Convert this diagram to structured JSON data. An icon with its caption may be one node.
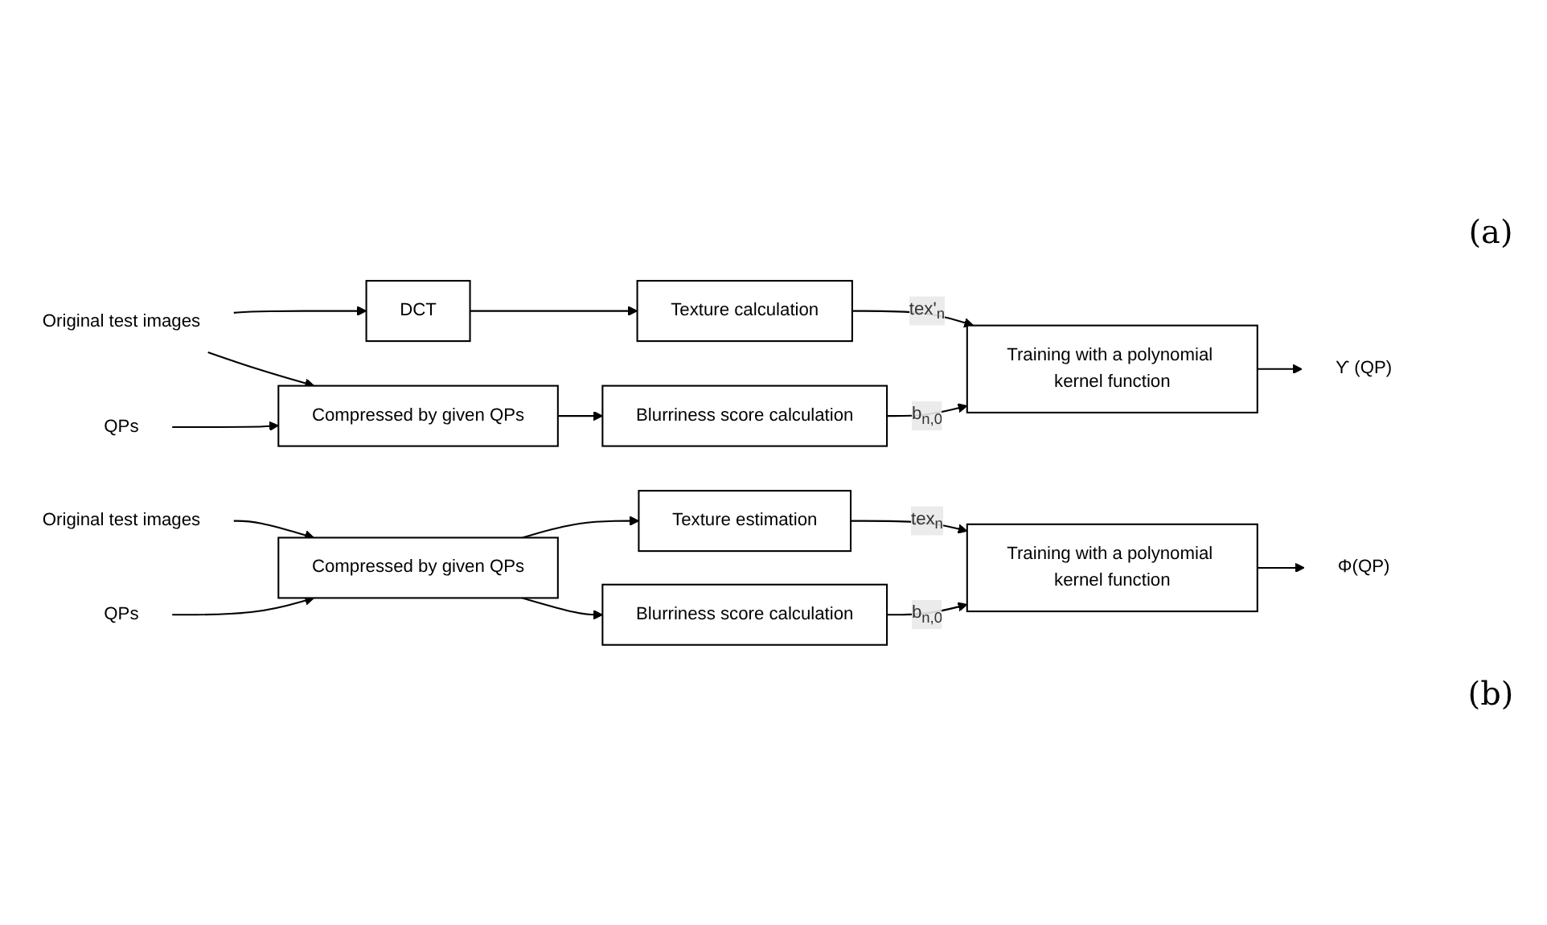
{
  "diagram": {
    "nodes": [
      {
        "text": [
          "Original test images"
        ]
      },
      {
        "text": [
          "QPs"
        ]
      },
      {
        "text": [
          "DCT"
        ]
      },
      {
        "text": [
          "Texture calculation"
        ]
      },
      {
        "text": [
          "Compressed by given QPs"
        ]
      },
      {
        "text": [
          "Blurriness score calculation"
        ]
      },
      {
        "text": [
          "Training with a polynomial kernel function"
        ]
      },
      {
        "text": [
          "ϒ (QP)"
        ]
      },
      {
        "text": [
          "Original test images"
        ]
      },
      {
        "text": [
          "QPs"
        ]
      },
      {
        "text": [
          "Compressed by given QPs"
        ]
      },
      {
        "text": [
          "Texture estimation"
        ]
      },
      {
        "text": [
          "Blurriness score calculation"
        ]
      },
      {
        "text": [
          "Training with a polynomial kernel function"
        ]
      },
      {
        "text": [
          "Φ(QP)"
        ]
      }
    ],
    "edges": [
      {
        "from": 0,
        "to": 2,
        "arrow": "to"
      },
      {
        "from": 0,
        "to": 4,
        "arrow": "to"
      },
      {
        "from": 1,
        "to": 4,
        "arrow": "to"
      },
      {
        "from": 2,
        "to": 3,
        "arrow": "to"
      },
      {
        "from": 4,
        "to": 5,
        "arrow": "to"
      },
      {
        "from": 3,
        "to": 6,
        "arrow": "to",
        "label": "tex'$_{n}$"
      },
      {
        "from": 5,
        "to": 6,
        "arrow": "to",
        "label": "b$_{n,0}$"
      },
      {
        "from": 6,
        "to": 7,
        "arrow": "to"
      },
      {
        "from": 8,
        "to": 10,
        "arrow": "to"
      },
      {
        "from": 9,
        "to": 10,
        "arrow": "to"
      },
      {
        "from": 10,
        "to": 11,
        "arrow": "to"
      },
      {
        "from": 10,
        "to": 12,
        "arrow": "to"
      },
      {
        "from": 11,
        "to": 13,
        "arrow": "to",
        "label": "tex$_{n}$"
      },
      {
        "from": 12,
        "to": 13,
        "arrow": "to",
        "label": "b$_{n,0}$"
      },
      {
        "from": 13,
        "to": 14,
        "arrow": "to"
      }
    ],
    "labels": [
      "(a)",
      "(b)"
    ]
  }
}
